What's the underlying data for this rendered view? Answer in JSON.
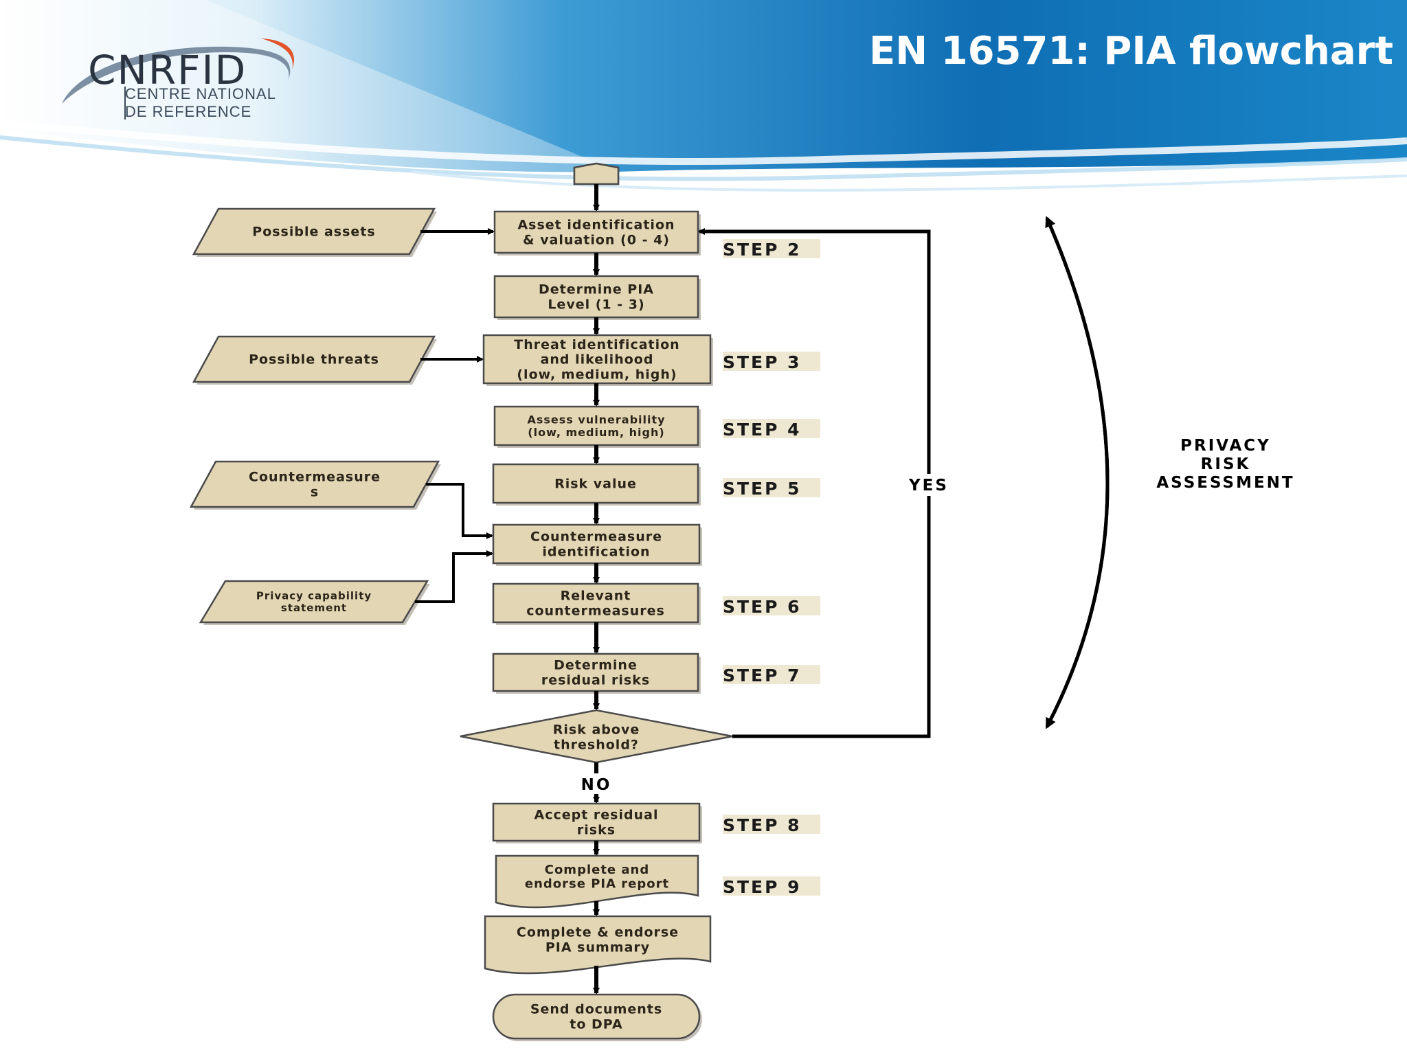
{
  "title": "EN 16571: PIA flowchart",
  "logo": {
    "wordmark": "CNRFID",
    "line1": "CENTRE NATIONAL",
    "line2": "DE REFERENCE"
  },
  "inputs": {
    "assets": [
      "Possible assets"
    ],
    "threats": [
      "Possible threats"
    ],
    "countermeasures": [
      "Countermeasure",
      "s"
    ],
    "pcs": [
      "Privacy capability",
      "statement"
    ]
  },
  "process": {
    "asset_id": [
      "Asset identification",
      "& valuation (0 - 4)"
    ],
    "pia_level": [
      "Determine PIA",
      "Level (1 - 3)"
    ],
    "threat_id": [
      "Threat identification",
      "and likelihood",
      "(low, medium, high)"
    ],
    "vuln": [
      "Assess vulnerability",
      "(low, medium, high)"
    ],
    "risk_value": [
      "Risk value"
    ],
    "cm_id": [
      "Countermeasure",
      "identification"
    ],
    "relevant_cm": [
      "Relevant",
      "countermeasures"
    ],
    "residual": [
      "Determine",
      "residual risks"
    ],
    "decision": [
      "Risk above",
      "threshold?"
    ],
    "accept": [
      "Accept residual",
      "risks"
    ],
    "report": [
      "Complete and",
      "endorse PIA report"
    ],
    "summary": [
      "Complete & endorse",
      "PIA summary"
    ],
    "send": [
      "Send documents",
      "to DPA"
    ]
  },
  "steps": {
    "s2": "STEP 2",
    "s3": "STEP 3",
    "s4": "STEP 4",
    "s5": "STEP 5",
    "s6": "STEP 6",
    "s7": "STEP 7",
    "s8": "STEP 8",
    "s9": "STEP 9"
  },
  "labels": {
    "yes": "YES",
    "no": "NO",
    "assessment": [
      "PRIVACY",
      "RISK",
      "ASSESSMENT"
    ]
  },
  "colors": {
    "box_fill": "#e3d6b4",
    "box_stroke": "#4a4a4a",
    "line": "#000000",
    "title": "#ffffff"
  }
}
